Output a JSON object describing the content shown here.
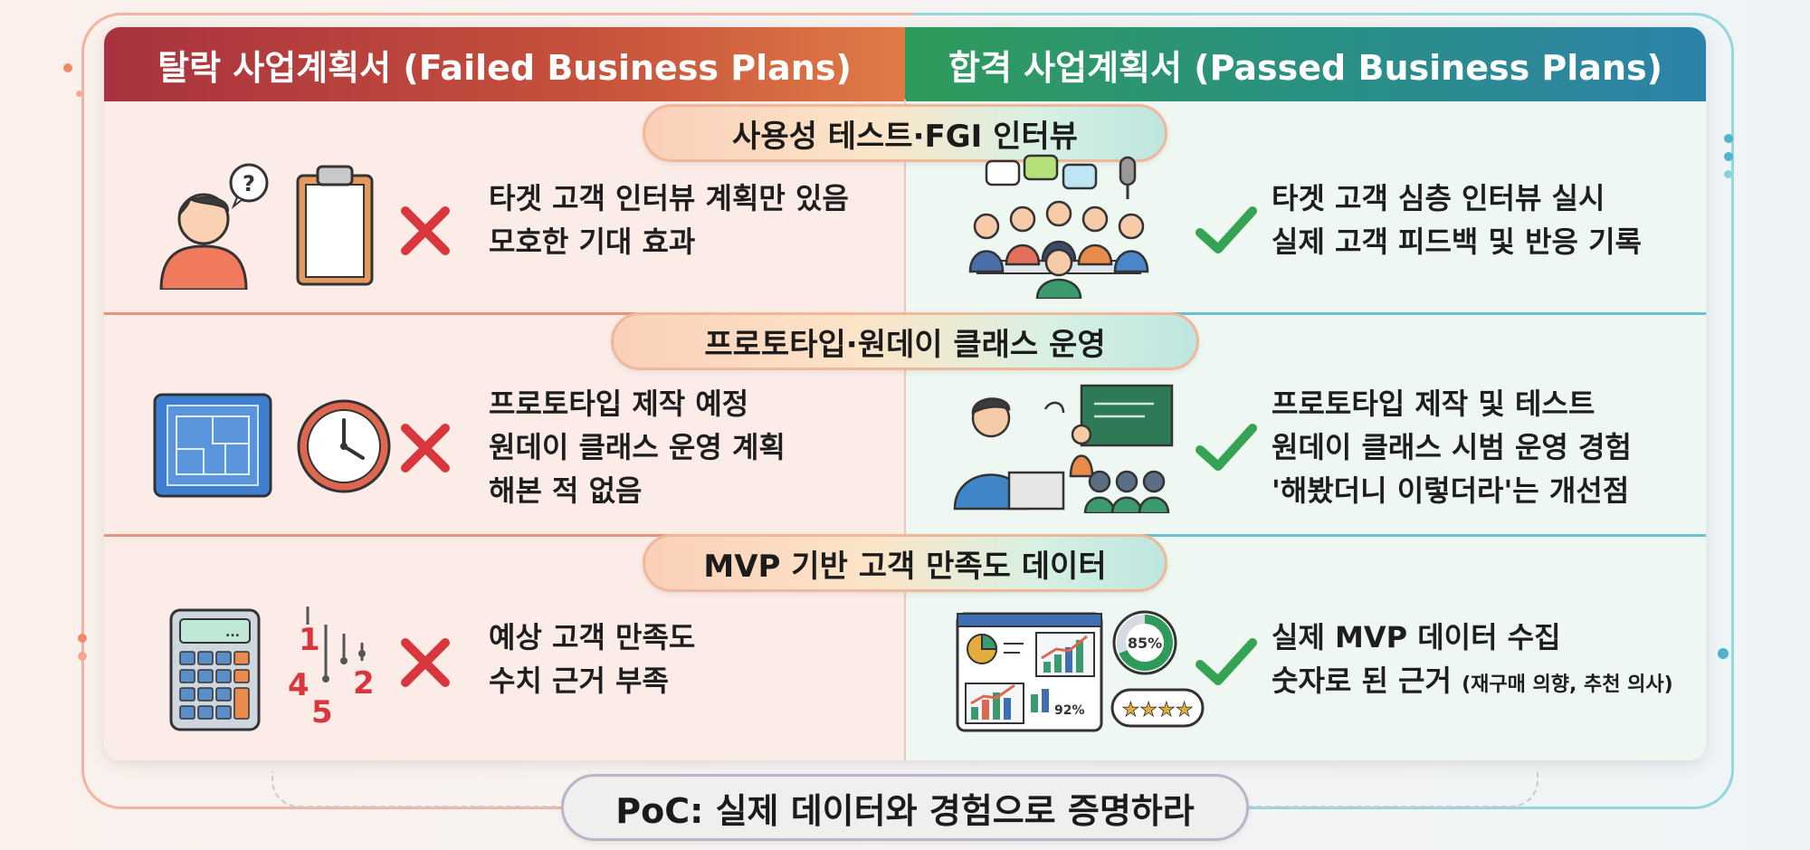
{
  "header": {
    "left_title": "탈락 사업계획서 (Failed Business Plans)",
    "right_title": "합격 사업계획서 (Passed Business Plans)"
  },
  "sections": [
    {
      "title": "사용성 테스트·FGI 인터뷰",
      "failed_lines": [
        "타겟 고객 인터뷰 계획만 있음",
        "모호한 기대 효과"
      ],
      "passed_lines": [
        "타겟 고객 심층 인터뷰 실시",
        "실제 고객 피드백 및 반응 기록"
      ]
    },
    {
      "title": "프로토타입·원데이 클래스 운영",
      "failed_lines": [
        "프로토타입 제작 예정",
        "원데이 클래스 운영 계획",
        "해본 적 없음"
      ],
      "passed_lines": [
        "프로토타입 제작 및 테스트",
        "원데이 클래스 시범 운영 경험",
        "'해봤더니 이렇더라'는 개선점"
      ]
    },
    {
      "title": "MVP 기반 고객 만족도 데이터",
      "failed_lines": [
        "예상 고객 만족도",
        "수치 근거 부족"
      ],
      "passed_lines": [
        "실제 MVP 데이터 수집",
        "숫자로 된 근거"
      ],
      "passed_note": "(재구매 의향, 추천 의사)"
    }
  ],
  "icons": {
    "question_mark": "?",
    "dial_numbers": [
      "1",
      "4",
      "5",
      "2"
    ],
    "donut_label": "85%",
    "dashboard_label": "92%",
    "calculator_display": "...",
    "rating_stars": "★★★★"
  },
  "footer": "PoC: 실제 데이터와 경험으로 증명하라",
  "colors": {
    "failed_accent": "#b8343e",
    "passed_accent": "#2f9b5a",
    "cross": "#d9363e",
    "check": "#36a352"
  }
}
